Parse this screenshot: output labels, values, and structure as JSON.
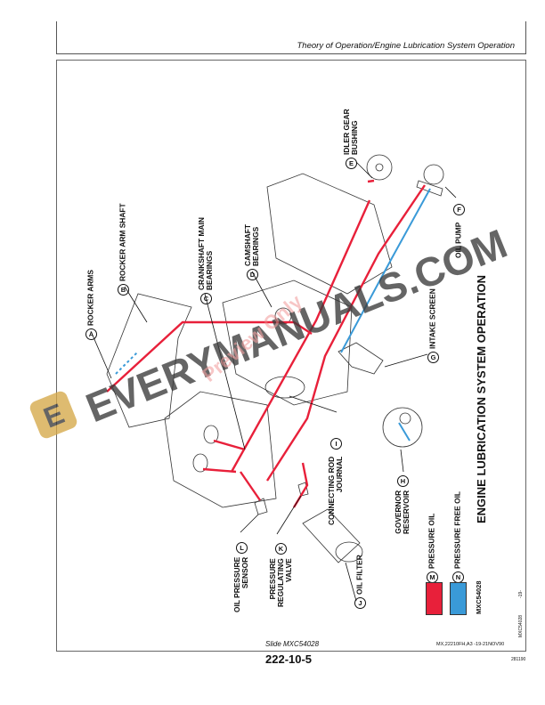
{
  "header": {
    "title": "Theory of Operation/Engine Lubrication System Operation"
  },
  "figure": {
    "title": "ENGINE LUBRICATION SYSTEM OPERATION",
    "callouts": [
      {
        "letter": "A",
        "label": "ROCKER ARMS"
      },
      {
        "letter": "B",
        "label": "ROCKER ARM SHAFT"
      },
      {
        "letter": "C",
        "label_line1": "CRANKSHAFT MAIN",
        "label_line2": "BEARINGS"
      },
      {
        "letter": "D",
        "label_line1": "CAMSHAFT",
        "label_line2": "BEARINGS"
      },
      {
        "letter": "E",
        "label_line1": "IDLER GEAR",
        "label_line2": "BUSHING"
      },
      {
        "letter": "F",
        "label": "OIL PUMP"
      },
      {
        "letter": "G",
        "label": "INTAKE SCREEN"
      },
      {
        "letter": "H",
        "label_line1": "GOVERNOR",
        "label_line2": "RESERVOIR"
      },
      {
        "letter": "I",
        "label_line1": "CONNECTING ROD",
        "label_line2": "JOURNAL"
      },
      {
        "letter": "J",
        "label": "OIL FILTER"
      },
      {
        "letter": "K",
        "label_line1": "PRESSURE",
        "label_line2": "REGULATING",
        "label_line3": "VALVE"
      },
      {
        "letter": "L",
        "label_line1": "OIL PRESSURE",
        "label_line2": "SENSOR"
      }
    ],
    "legend": [
      {
        "letter": "M",
        "label": "PRESSURE OIL",
        "color": "#e8203a"
      },
      {
        "letter": "N",
        "label": "PRESSURE FREE OIL",
        "color": "#3a9ad8"
      }
    ],
    "figure_code": "MXC54028",
    "side_code": "MXC54028",
    "side_page": "-19-"
  },
  "footer": {
    "slide": "Slide MXC54028",
    "page_number": "222-10-5",
    "doc_ref": "MX,22210FH,A3  -19-21NOV90",
    "code": "281190"
  },
  "watermark": {
    "text": "EVERYMANUALS.COM",
    "subtext": "Preview Only",
    "logo_letter": "E"
  },
  "colors": {
    "pressure_oil": "#e8203a",
    "pressure_free_oil": "#3a9ad8"
  }
}
